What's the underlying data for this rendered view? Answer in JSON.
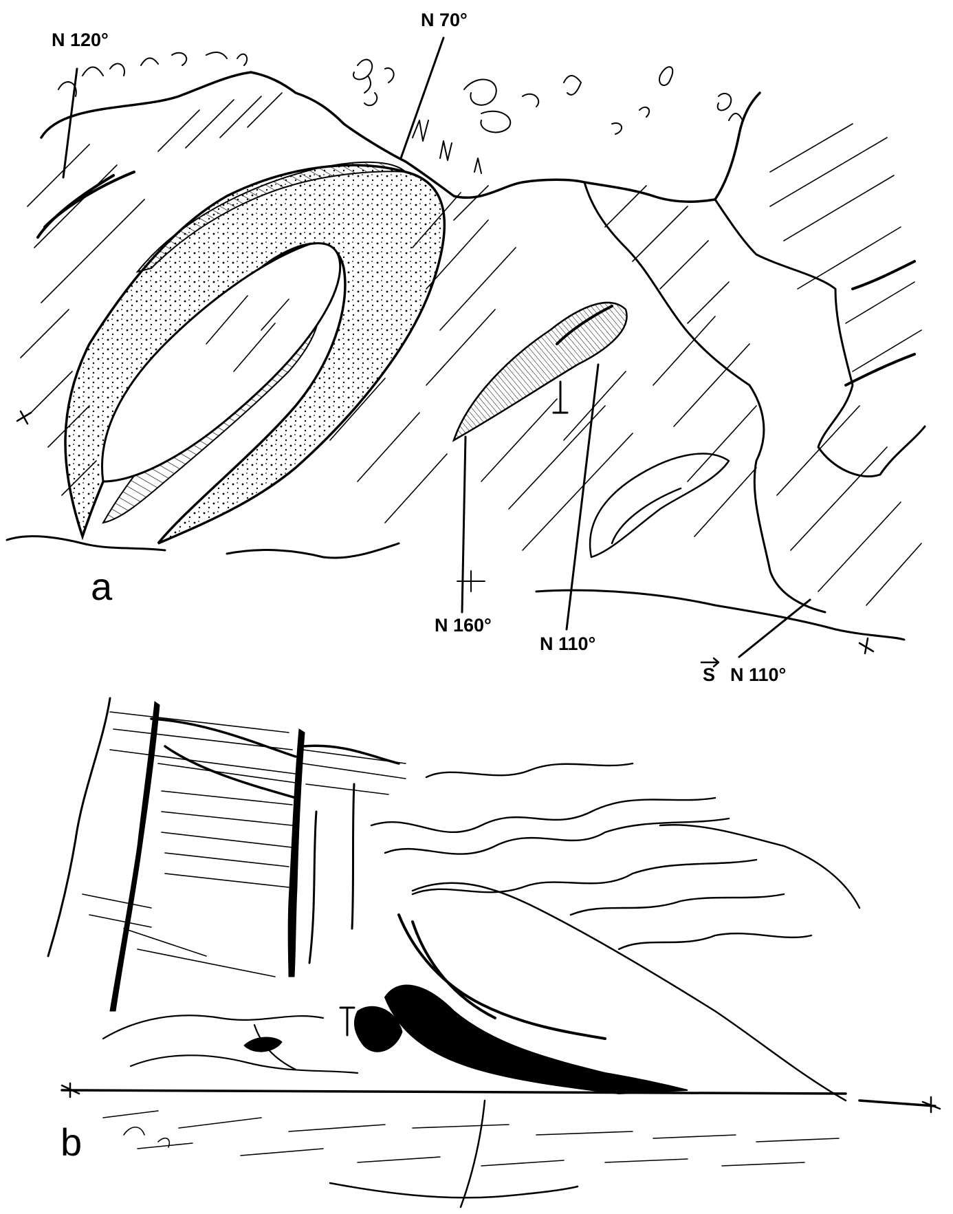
{
  "figure": {
    "panel_a": {
      "letter": "a",
      "labels": [
        {
          "id": "n120",
          "text": "N 120°"
        },
        {
          "id": "n70",
          "text": "N 70°"
        },
        {
          "id": "n160",
          "text": "N 160°"
        },
        {
          "id": "n110",
          "text": "N 110°"
        },
        {
          "id": "s_vector",
          "text": "S"
        },
        {
          "id": "s_n110",
          "text": "N 110°"
        }
      ]
    },
    "panel_b": {
      "letter": "b"
    }
  },
  "colors": {
    "ink": "#000000",
    "paper": "#ffffff",
    "dots": "#000000"
  }
}
